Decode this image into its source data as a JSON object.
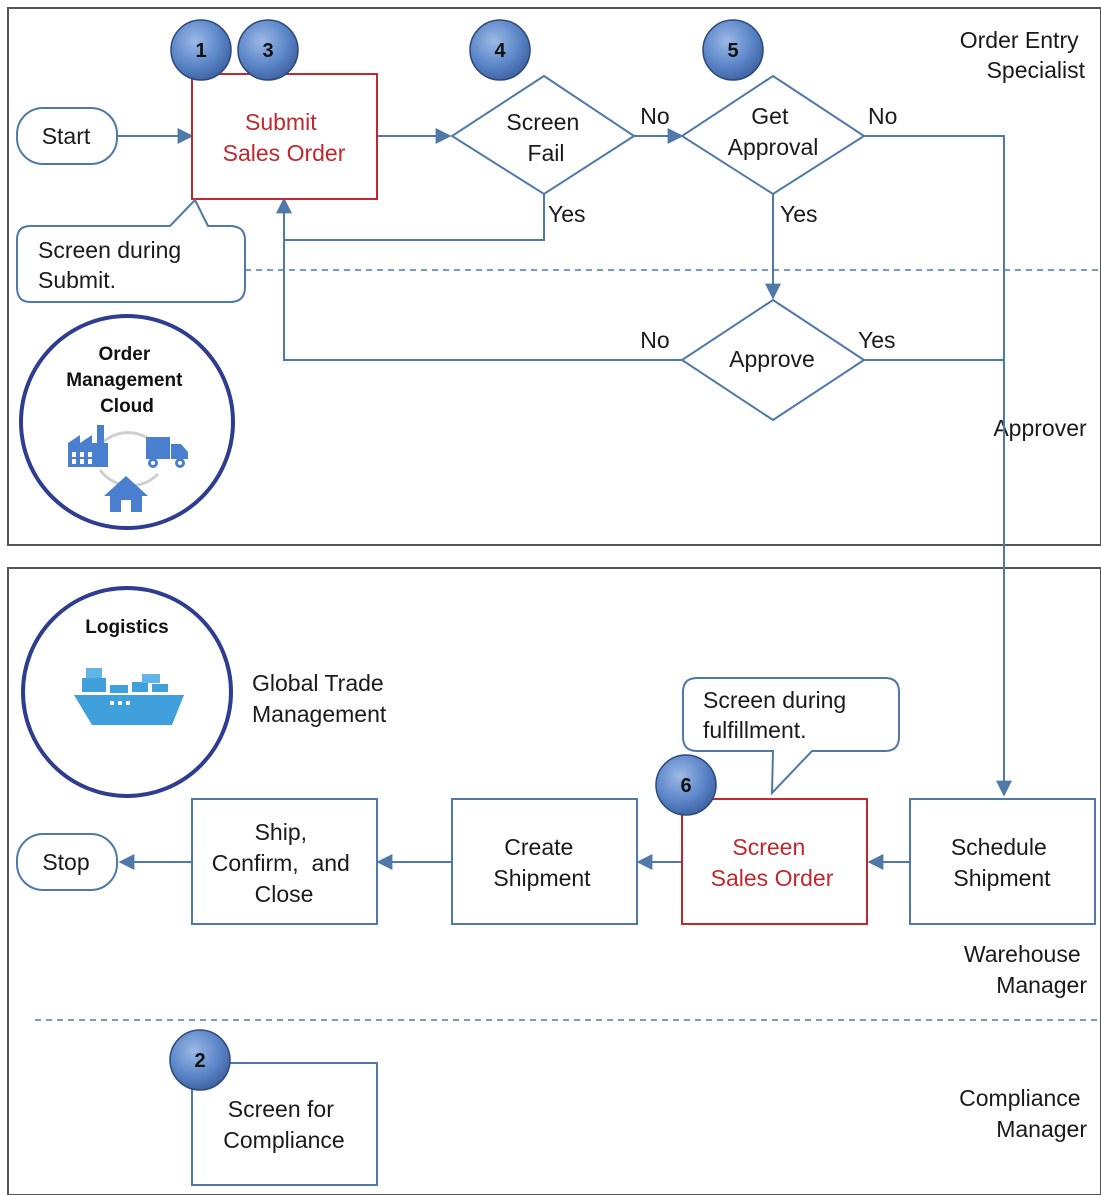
{
  "lanes": {
    "order_entry_specialist": [
      "Order Entry",
      "Specialist"
    ],
    "approver": "Approver",
    "global_trade": [
      "Global Trade",
      "Management"
    ],
    "warehouse_manager": [
      "Warehouse",
      "Manager"
    ],
    "compliance_manager": [
      "Compliance",
      "Manager"
    ]
  },
  "systems": {
    "om_cloud": [
      "Order",
      "Management",
      "Cloud"
    ],
    "logistics": "Logistics"
  },
  "nodes": {
    "start": "Start",
    "submit": [
      "Submit",
      "Sales Order"
    ],
    "screen_fail": [
      "Screen",
      "Fail"
    ],
    "get_approval": [
      "Get",
      "Approval"
    ],
    "approve": "Approve",
    "schedule": [
      "Schedule",
      "Shipment"
    ],
    "screen_so": [
      "Screen",
      "Sales Order"
    ],
    "create_shipment": [
      "Create",
      "Shipment"
    ],
    "ship_confirm": [
      "Ship,",
      "Confirm,  and",
      "Close"
    ],
    "stop": "Stop",
    "screen_compliance": [
      "Screen for",
      "Compliance"
    ]
  },
  "callouts": {
    "submit_note": [
      "Screen during",
      "Submit."
    ],
    "fulfillment_note": [
      "Screen during",
      "fulfillment."
    ]
  },
  "edge_labels": {
    "no1": "No",
    "yes1": "Yes",
    "no2": "No",
    "yes2": "Yes",
    "no3": "No",
    "yes3": "Yes"
  },
  "badges": [
    "1",
    "3",
    "4",
    "5",
    "6",
    "2"
  ],
  "colors": {
    "flow": "#4f79a9",
    "highlight": "#c0282d",
    "badge_fill": "#5b86c8",
    "circle_ring": "#2e3d8f"
  }
}
